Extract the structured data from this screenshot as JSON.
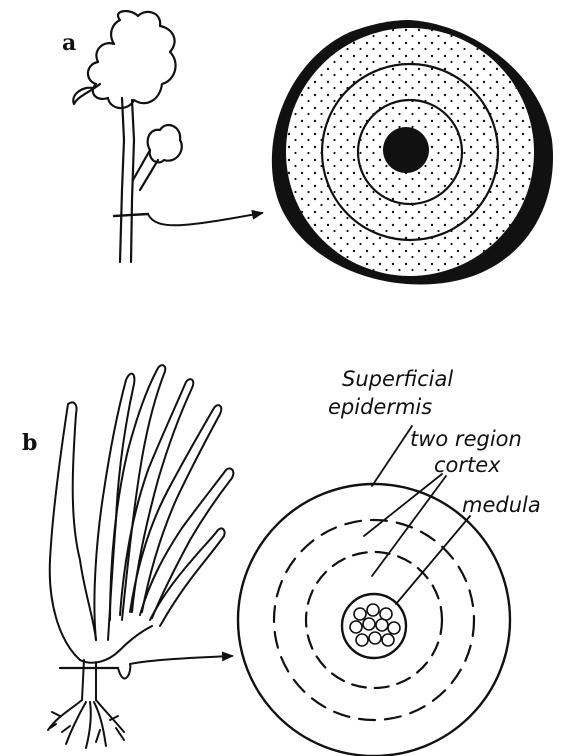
{
  "figure": {
    "panel_a": {
      "letter": "a"
    },
    "panel_b": {
      "letter": "b",
      "labels": {
        "superficial": "Superficial",
        "epidermis": "epidermis",
        "two_region": "two region",
        "cortex": "cortex",
        "medula": "medula"
      }
    }
  },
  "colors": {
    "ink": "#111111",
    "background": "#ffffff"
  }
}
